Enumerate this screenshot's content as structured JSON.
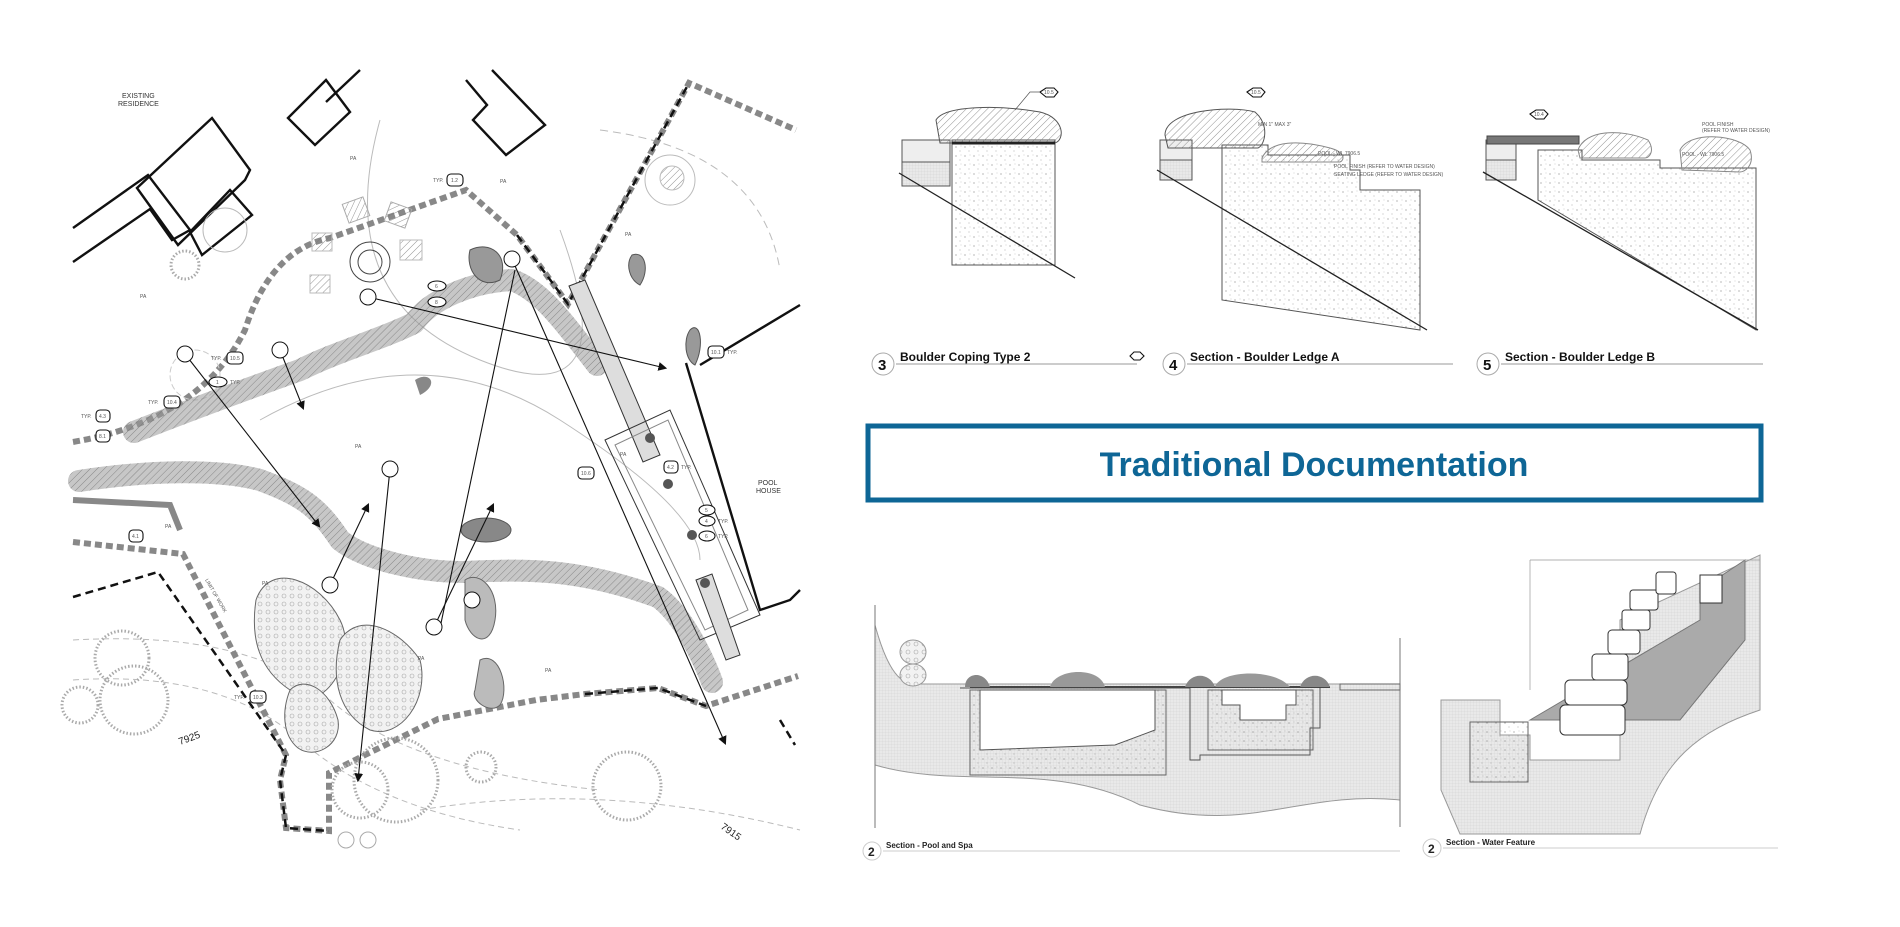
{
  "banner": {
    "title": "Traditional Documentation",
    "color": "#0e6696"
  },
  "details": [
    {
      "number": "3",
      "title": "Boulder Coping Type 2",
      "tag": "10.5"
    },
    {
      "number": "4",
      "title": "Section - Boulder Ledge A",
      "tag": "10.5",
      "notes": [
        "MIN 1\" MAX 3\"",
        "POOL - WL 7906.5",
        "POOL FINISH (REFER TO WATER DESIGN)",
        "SEATING LEDGE (REFER TO WATER DESIGN)"
      ]
    },
    {
      "number": "5",
      "title": "Section - Boulder Ledge B",
      "tag": "10.4",
      "notes": [
        "POOL FINISH",
        "(REFER TO WATER DESIGN)",
        "POOL - WL 7906.5"
      ]
    },
    {
      "number": "2",
      "title": "Section - Pool and Spa"
    },
    {
      "number": "2",
      "title": "Section - Water Feature"
    }
  ],
  "plan": {
    "existing_residence": [
      "EXISTING",
      "RESIDENCE"
    ],
    "pool_house": [
      "POOL",
      "HOUSE"
    ],
    "area_label": "PA",
    "typ": "TYP.",
    "limit_of_work": "LIMIT OF WORK",
    "contours": [
      "7925",
      "7915"
    ],
    "tags": [
      "1.2",
      "6",
      "8",
      "1",
      "10.5",
      "10.4",
      "4.3",
      "8.1",
      "10.1",
      "4.1",
      "10.3",
      "10.6",
      "4.2",
      "5",
      "4",
      "6"
    ]
  }
}
